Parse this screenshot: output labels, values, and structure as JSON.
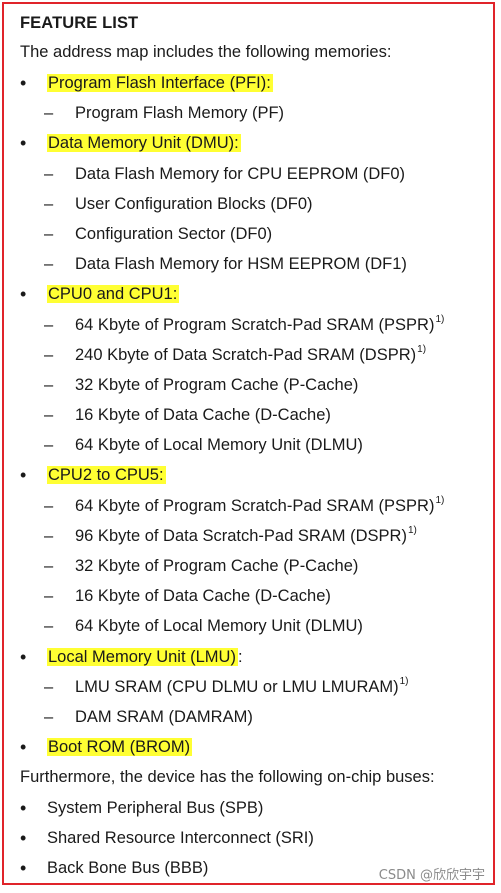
{
  "title": "FEATURE LIST",
  "intro": "The address map includes the following memories:",
  "bullet_symbol": "•",
  "dash_symbol": "–",
  "highlight_color": "#ffff33",
  "border_color": "#e0242a",
  "groups": [
    {
      "label": "Program Flash Interface (PFI):",
      "items": [
        {
          "text": "Program Flash Memory (PF)",
          "sup": ""
        }
      ]
    },
    {
      "label": "Data Memory Unit (DMU):",
      "items": [
        {
          "text": "Data Flash Memory for CPU EEPROM (DF0)",
          "sup": ""
        },
        {
          "text": "User Configuration Blocks (DF0)",
          "sup": ""
        },
        {
          "text": "Configuration Sector (DF0)",
          "sup": ""
        },
        {
          "text": "Data Flash Memory for HSM EEPROM (DF1)",
          "sup": ""
        }
      ]
    },
    {
      "label": "CPU0 and CPU1:",
      "items": [
        {
          "text": "64 Kbyte of Program Scratch-Pad SRAM (PSPR)",
          "sup": "1)"
        },
        {
          "text": "240 Kbyte of Data Scratch-Pad SRAM (DSPR)",
          "sup": "1)"
        },
        {
          "text": "32 Kbyte of Program Cache (P-Cache)",
          "sup": ""
        },
        {
          "text": "16 Kbyte of Data Cache (D-Cache)",
          "sup": ""
        },
        {
          "text": "64 Kbyte of Local Memory Unit (DLMU)",
          "sup": ""
        }
      ]
    },
    {
      "label": "CPU2 to CPU5:",
      "items": [
        {
          "text": "64 Kbyte of Program Scratch-Pad SRAM (PSPR)",
          "sup": "1)"
        },
        {
          "text": "96 Kbyte of Data Scratch-Pad SRAM (DSPR)",
          "sup": "1)"
        },
        {
          "text": "32 Kbyte of Program Cache (P-Cache)",
          "sup": ""
        },
        {
          "text": "16 Kbyte of Data Cache (D-Cache)",
          "sup": ""
        },
        {
          "text": "64 Kbyte of Local Memory Unit (DLMU)",
          "sup": ""
        }
      ]
    },
    {
      "label": "Local Memory Unit (LMU)",
      "label_suffix": ":",
      "items": [
        {
          "text": "LMU SRAM (CPU DLMU or LMU LMURAM)",
          "sup": "1)"
        },
        {
          "text": "DAM SRAM (DAMRAM)",
          "sup": ""
        }
      ]
    },
    {
      "label": "Boot ROM (BROM)",
      "items": []
    }
  ],
  "outro": "Furthermore, the device has the following on-chip buses:",
  "buses": [
    "System Peripheral Bus (SPB)",
    "Shared Resource Interconnect (SRI)",
    "Back Bone Bus (BBB)"
  ],
  "watermark": "CSDN @欣欣宇宇"
}
